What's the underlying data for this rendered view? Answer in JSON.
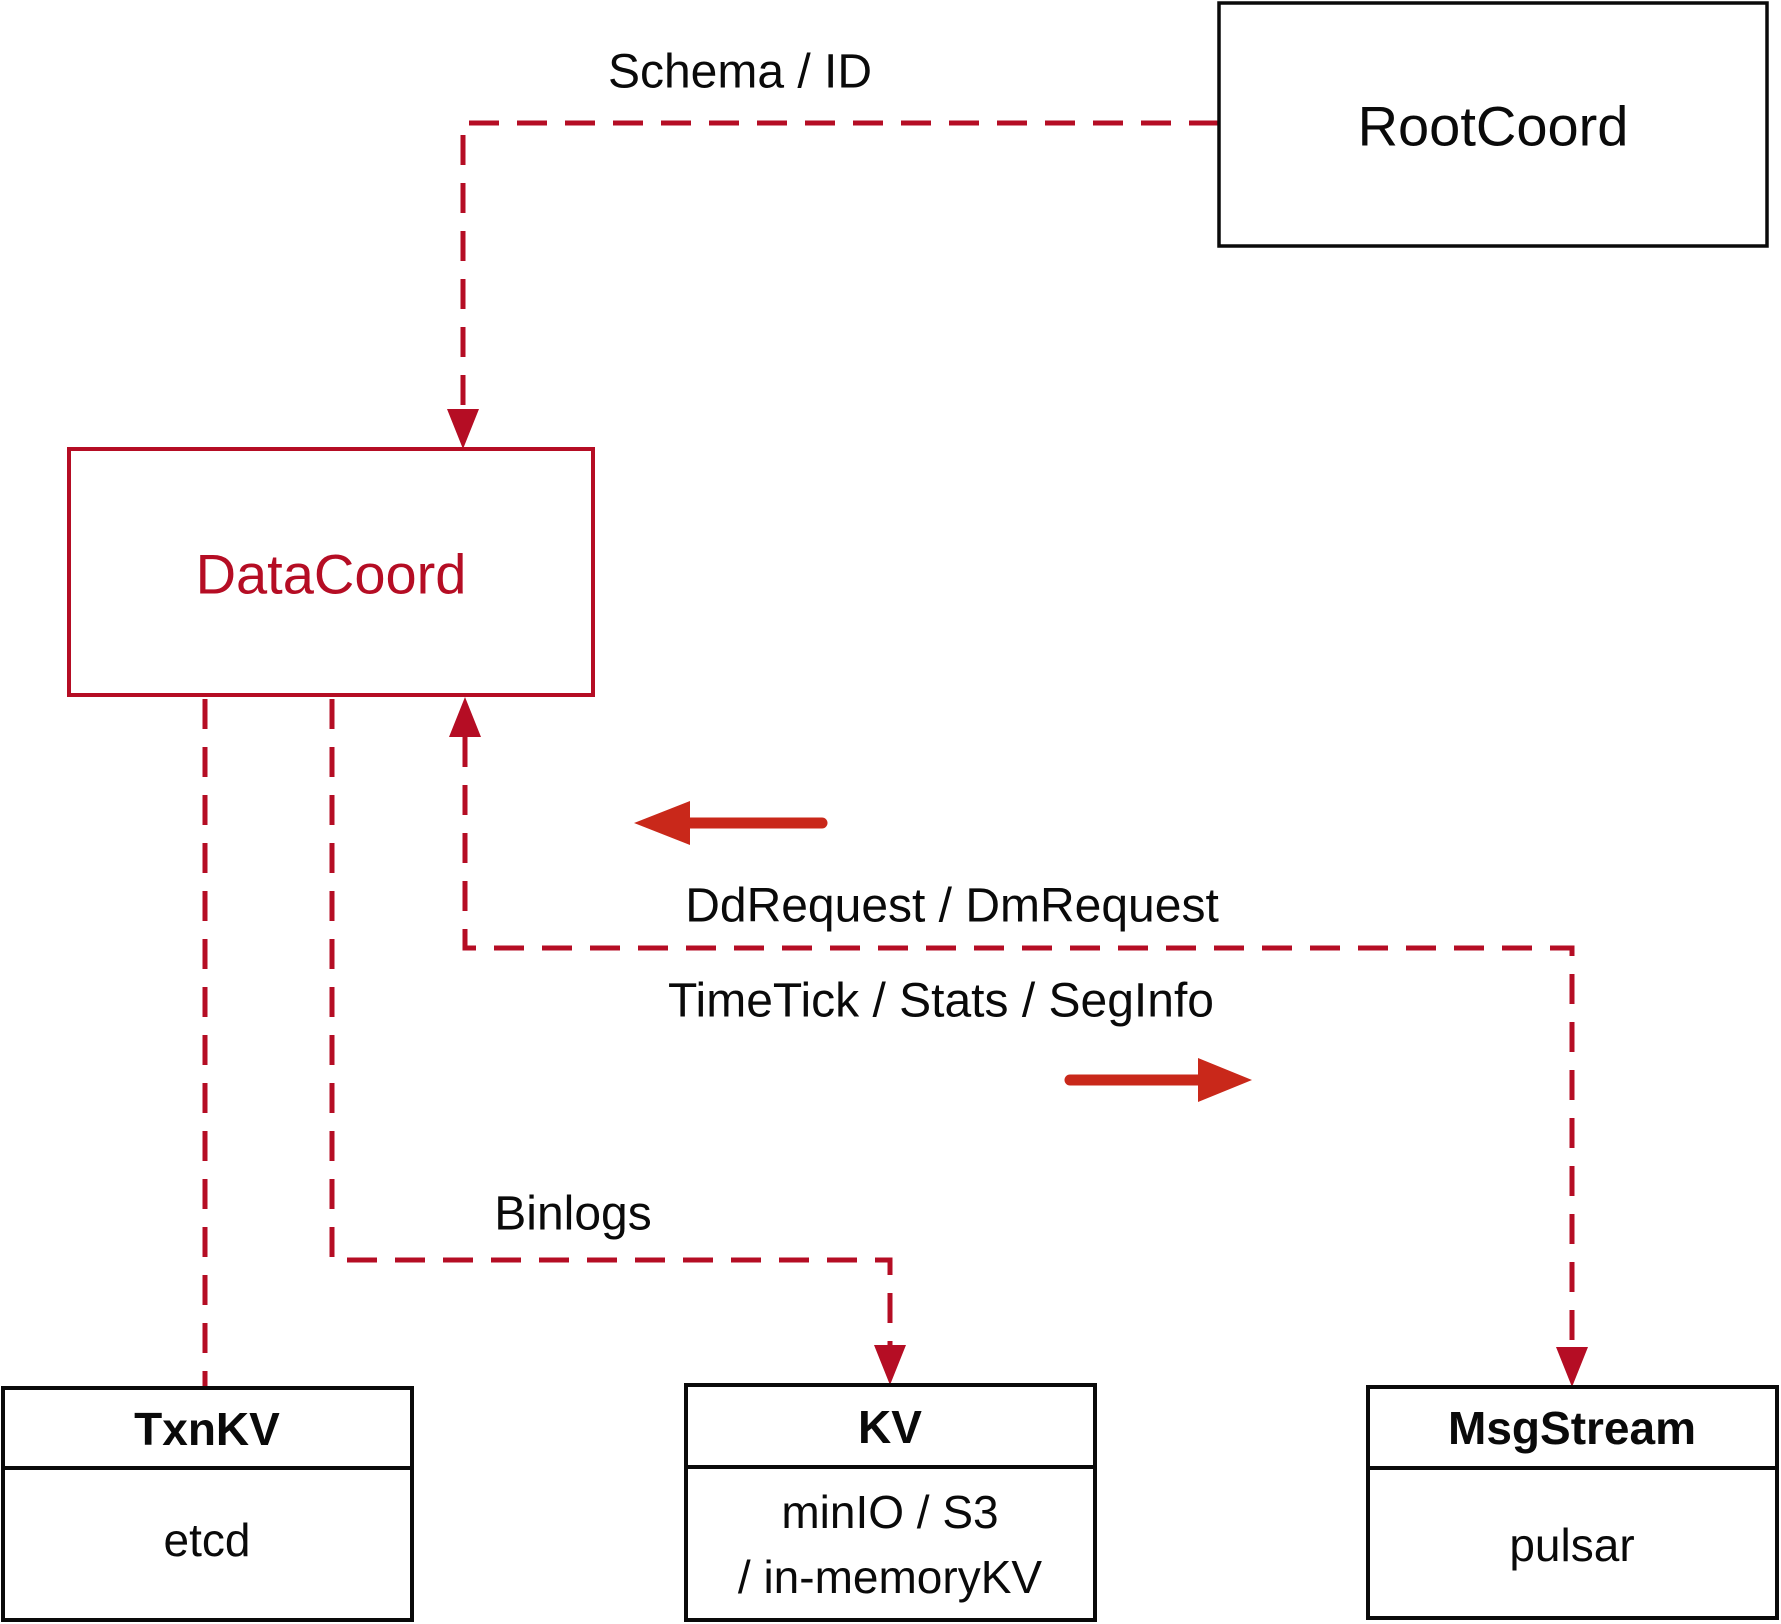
{
  "colors": {
    "dashed_red": "#b50d24",
    "solid_red": "#c9281a",
    "ink": "#0a0a0a",
    "paper": "#ffffff"
  },
  "nodes": {
    "rootcoord": {
      "label": "RootCoord"
    },
    "datacoord": {
      "label": "DataCoord"
    },
    "txnkv": {
      "title": "TxnKV",
      "body": "etcd"
    },
    "kv": {
      "title": "KV",
      "body_line1": "minIO / S3",
      "body_line2": "/ in-memoryKV"
    },
    "msgstream": {
      "title": "MsgStream",
      "body": "pulsar"
    }
  },
  "edges": {
    "schema_id": {
      "label": "Schema / ID"
    },
    "dd_request": {
      "label": "DdRequest / DmRequest"
    },
    "time_tick": {
      "label": "TimeTick / Stats / SegInfo"
    },
    "binlogs": {
      "label": "Binlogs"
    }
  }
}
